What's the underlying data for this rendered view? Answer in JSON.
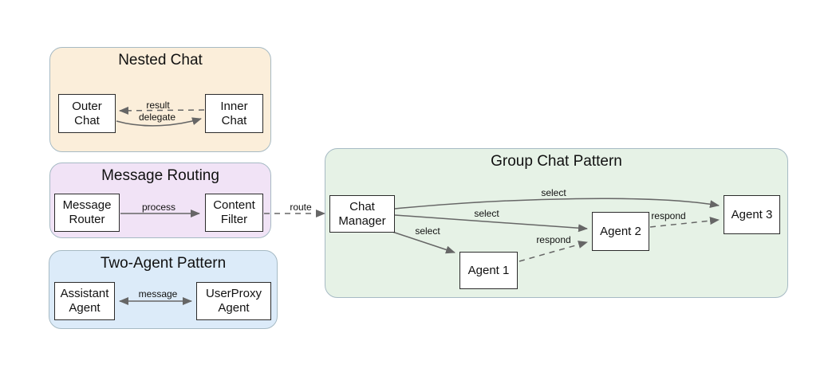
{
  "diagram": {
    "title_note": "",
    "colors": {
      "canvas_background": "#ffffff",
      "edge": "#666666",
      "node_border": "#2b2b2b",
      "node_fill": "#ffffff",
      "cluster_border": "#a6bac4",
      "text": "#111111"
    },
    "clusters": {
      "nested_chat": {
        "title": "Nested Chat",
        "fill": "#fbeeda",
        "border": "#a6bac4"
      },
      "message_routing": {
        "title": "Message Routing",
        "fill": "#f1e3f6",
        "border": "#a6bac4"
      },
      "two_agent_pattern": {
        "title": "Two-Agent Pattern",
        "fill": "#dcebf9",
        "border": "#a6bac4"
      },
      "group_chat_pattern": {
        "title": "Group Chat Pattern",
        "fill": "#e6f2e6",
        "border": "#a6bac4"
      }
    },
    "nodes": {
      "outer_chat": {
        "label": "Outer\nChat"
      },
      "inner_chat": {
        "label": "Inner\nChat"
      },
      "message_router": {
        "label": "Message\nRouter"
      },
      "content_filter": {
        "label": "Content\nFilter"
      },
      "assistant_agent": {
        "label": "Assistant\nAgent"
      },
      "userproxy_agent": {
        "label": "UserProxy\nAgent"
      },
      "chat_manager": {
        "label": "Chat\nManager"
      },
      "agent_1": {
        "label": "Agent 1"
      },
      "agent_2": {
        "label": "Agent 2"
      },
      "agent_3": {
        "label": "Agent 3"
      }
    },
    "edges": {
      "result": {
        "label": "result",
        "style": "dashed",
        "from": "inner_chat",
        "to": "outer_chat"
      },
      "delegate": {
        "label": "delegate",
        "style": "solid",
        "from": "outer_chat",
        "to": "inner_chat"
      },
      "process": {
        "label": "process",
        "style": "solid",
        "from": "message_router",
        "to": "content_filter"
      },
      "route": {
        "label": "route",
        "style": "dashed",
        "from": "content_filter",
        "to": "chat_manager"
      },
      "message": {
        "label": "message",
        "style": "solid",
        "from": "assistant_agent",
        "to": "userproxy_agent",
        "bidirectional": true
      },
      "select_agent_3": {
        "label": "select",
        "style": "solid",
        "from": "chat_manager",
        "to": "agent_3"
      },
      "select_agent_2": {
        "label": "select",
        "style": "solid",
        "from": "chat_manager",
        "to": "agent_2"
      },
      "select_agent_1": {
        "label": "select",
        "style": "solid",
        "from": "chat_manager",
        "to": "agent_1"
      },
      "respond_1_2": {
        "label": "respond",
        "style": "dashed",
        "from": "agent_1",
        "to": "agent_2"
      },
      "respond_2_3": {
        "label": "respond",
        "style": "dashed",
        "from": "agent_2",
        "to": "agent_3"
      }
    }
  }
}
